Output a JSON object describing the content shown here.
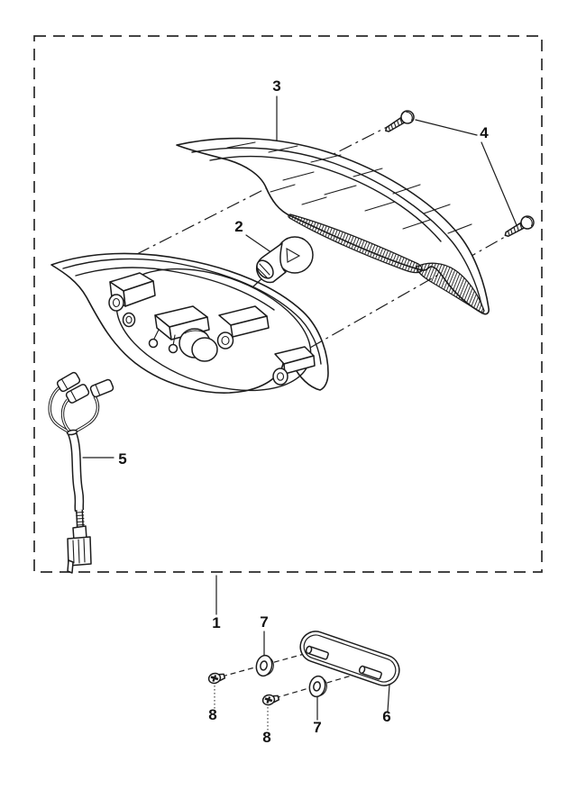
{
  "figure": {
    "type": "exploded-parts-diagram",
    "subject": "tail-light-assembly",
    "background": "#ffffff",
    "line_color": "#1c1c1c"
  },
  "callouts": {
    "assembly": {
      "label": "1"
    },
    "bulb": {
      "label": "2"
    },
    "lens": {
      "label": "3"
    },
    "lens_screw": {
      "label": "4"
    },
    "wire_harness": {
      "label": "5"
    },
    "reflector": {
      "label": "6"
    },
    "washer": {
      "label": "7"
    },
    "reflector_screw": {
      "label": "8"
    }
  }
}
